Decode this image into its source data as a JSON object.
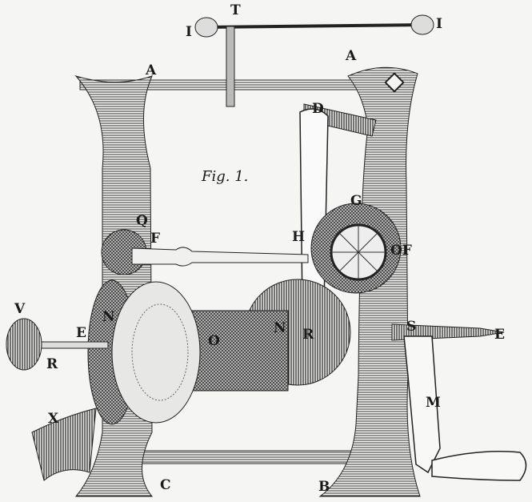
{
  "figure": {
    "caption": "Fig. 1.",
    "labels": {
      "i_left": "I",
      "t_top": "T",
      "i_right": "I",
      "a_left": "A",
      "a_right": "A",
      "d": "D",
      "g": "G",
      "q": "Q",
      "f_left": "F",
      "h": "H",
      "of": "OF",
      "v": "V",
      "e_left": "E",
      "r_left": "R",
      "n_left": "N",
      "o": "O",
      "n_right": "N",
      "r_mid": "R",
      "s": "S",
      "e_right": "E",
      "m": "M",
      "x": "X",
      "c": "C",
      "b": "B"
    }
  },
  "colors": {
    "ink": "#1a1a1a",
    "paper": "#f5f5f3",
    "shade": "#8a8a88"
  }
}
